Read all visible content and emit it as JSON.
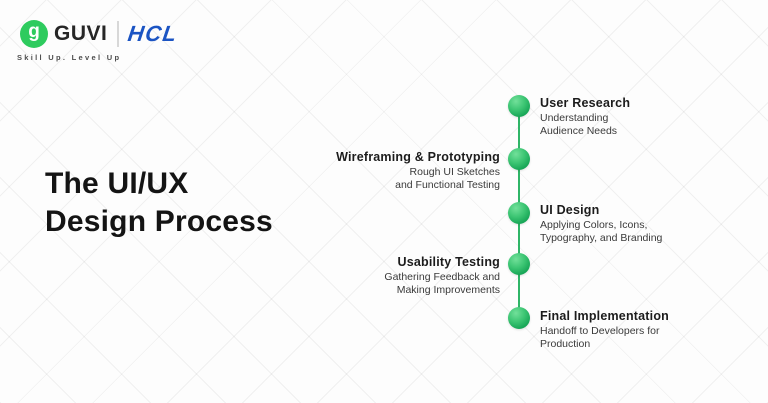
{
  "brand": {
    "guvi_label": "GUVI",
    "hcl_label": "HCL",
    "tagline": "Skill Up. Level Up",
    "guvi_icon_glyph": "g",
    "guvi_green": "#2ECB5E",
    "hcl_blue": "#1B54C3"
  },
  "title": {
    "line1": "The UI/UX",
    "line2": "Design Process"
  },
  "timeline": {
    "accent_color": "#2FB567",
    "node_gradient_top": "#72e09a",
    "node_gradient_bottom": "#0e9b4e",
    "items": [
      {
        "title": "User Research",
        "description": "Understanding\nAudience Needs",
        "side": "right"
      },
      {
        "title": "Wireframing & Prototyping",
        "description": "Rough UI Sketches\nand Functional Testing",
        "side": "left"
      },
      {
        "title": "UI Design",
        "description": "Applying Colors, Icons,\nTypography, and Branding",
        "side": "right"
      },
      {
        "title": "Usability Testing",
        "description": "Gathering Feedback and\nMaking Improvements",
        "side": "left"
      },
      {
        "title": "Final Implementation",
        "description": "Handoff to Developers for\nProduction",
        "side": "right"
      }
    ]
  }
}
